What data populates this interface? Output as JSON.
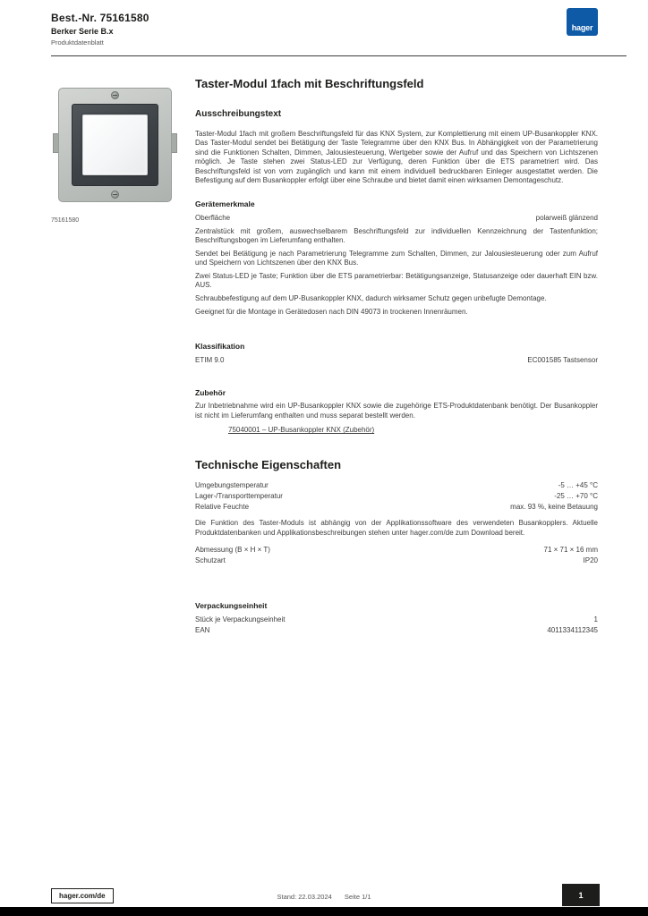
{
  "colors": {
    "brand_blue": "#0e5aa7",
    "text_dark": "#1d1d1b",
    "text_body": "#3c3c3b",
    "footer_block": "#1d1d1b"
  },
  "header": {
    "product_number": "Best.-Nr. 75161580",
    "series": "Berker Serie B.x",
    "doc_type": "Produktdatenblatt",
    "logo_text": "hager"
  },
  "product_image": {
    "caption": "75161580"
  },
  "main": {
    "title": "Taster-Modul 1fach mit Beschriftungsfeld",
    "spec_text": {
      "header": "Ausschreibungstext",
      "body": "Taster-Modul 1fach mit großem Beschriftungsfeld für das KNX System, zur Komplettierung mit einem UP-Busankoppler KNX. Das Taster-Modul sendet bei Betätigung der Taste Telegramme über den KNX Bus. In Abhängigkeit von der Parametrierung sind die Funktionen Schalten, Dimmen, Jalousiesteuerung, Wertgeber sowie der Aufruf und das Speichern von Lichtszenen möglich. Je Taste stehen zwei Status-LED zur Verfügung, deren Funktion über die ETS parametriert wird. Das Beschriftungsfeld ist von vorn zugänglich und kann mit einem individuell bedruckbaren Einleger ausgestattet werden. Die Befestigung auf dem Busankoppler erfolgt über eine Schraube und bietet damit einen wirksamen Demontageschutz."
    },
    "features": {
      "header": "Gerätemerkmale",
      "surface_row": {
        "label": "Oberfläche",
        "value": "polarweiß glänzend"
      },
      "items": [
        "Zentralstück mit großem, auswechselbarem Beschriftungsfeld zur individuellen Kennzeichnung der Tastenfunktion; Beschriftungsbogen im Lieferumfang enthalten.",
        "Sendet bei Betätigung je nach Parametrierung Telegramme zum Schalten, Dimmen, zur Jalousiesteuerung oder zum Aufruf und Speichern von Lichtszenen über den KNX Bus.",
        "Zwei Status-LED je Taste; Funktion über die ETS parametrierbar: Betätigungsanzeige, Statusanzeige oder dauerhaft EIN bzw. AUS.",
        "Schraubbefestigung auf dem UP-Busankoppler KNX, dadurch wirksamer Schutz gegen unbefugte Demontage.",
        "Geeignet für die Montage in Gerätedosen nach DIN 49073 in trockenen Innenräumen."
      ]
    },
    "classification": {
      "header": "Klassifikation",
      "rows": [
        {
          "label": "ETIM 9.0",
          "value": "EC001585 Tastsensor"
        }
      ]
    },
    "accessories": {
      "header": "Zubehör",
      "note": "Zur Inbetriebnahme wird ein UP-Busankoppler KNX sowie die zugehörige ETS-Produktdatenbank benötigt. Der Busankoppler ist nicht im Lieferumfang enthalten und muss separat bestellt werden.",
      "link": "75040001 – UP-Busankoppler KNX (Zubehör)"
    },
    "tech": {
      "header": "Technische Eigenschaften",
      "rows1": [
        {
          "label": "Umgebungstemperatur",
          "value": "-5 … +45 °C"
        },
        {
          "label": "Lager-/Transporttemperatur",
          "value": "-25 … +70 °C"
        },
        {
          "label": "Relative Feuchte",
          "value": "max. 93 %, keine Betauung"
        }
      ],
      "note": "Die Funktion des Taster-Moduls ist abhängig von der Applikationssoftware des verwendeten Busankopplers. Aktuelle Produktdatenbanken und Applikationsbeschreibungen stehen unter hager.com/de zum Download bereit.",
      "rows2": [
        {
          "label": "Abmessung (B × H × T)",
          "value": "71 × 71 × 16 mm"
        },
        {
          "label": "Schutzart",
          "value": "IP20"
        }
      ]
    },
    "logistics": {
      "header": "Verpackungseinheit",
      "rows": [
        {
          "label": "Stück je Verpackungseinheit",
          "value": "1"
        },
        {
          "label": "EAN",
          "value": "4011334112345"
        }
      ]
    }
  },
  "footer": {
    "website": "hager.com/de",
    "meta_left": "Stand: 22.03.2024",
    "meta_right": "Seite 1/1",
    "page_badge": "1"
  }
}
